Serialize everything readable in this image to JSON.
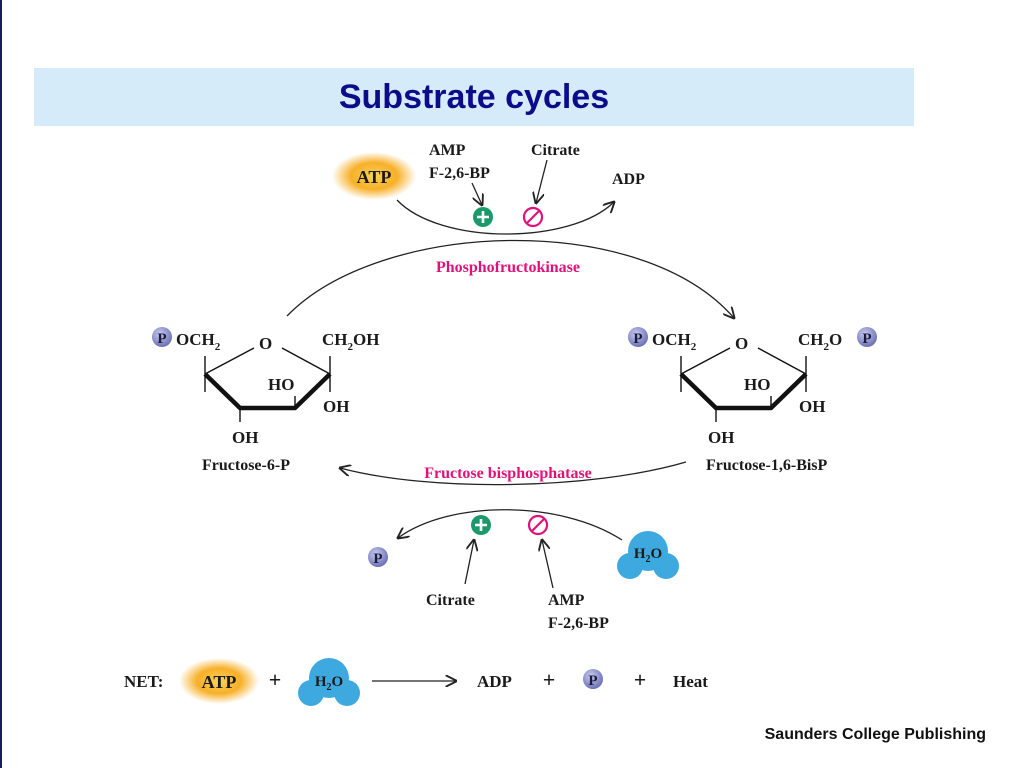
{
  "slide": {
    "title": "Substrate cycles",
    "credit": "Saunders College Publishing"
  },
  "upper_reaction": {
    "enzyme": "Phosphofructokinase",
    "input": "ATP",
    "output": "ADP",
    "activators": [
      "AMP",
      "F-2,6-BP"
    ],
    "inhibitor": "Citrate",
    "activator_symbol": "+",
    "inhibitor_symbol": "⊘"
  },
  "lower_reaction": {
    "enzyme": "Fructose bisphosphatase",
    "input": "H2O",
    "output": "P",
    "activator": "Citrate",
    "inhibitors": [
      "AMP",
      "F-2,6-BP"
    ]
  },
  "left_molecule": {
    "name": "Fructose-6-P",
    "phosphate": "P",
    "group_tl": "OCH",
    "group_tl_sub": "2",
    "ring_o": "O",
    "group_tr_a": "CH",
    "group_tr_sub": "2",
    "group_tr_b": "OH",
    "ho": "HO",
    "oh_right": "OH",
    "oh_bottom": "OH"
  },
  "right_molecule": {
    "name": "Fructose-1,6-BisP",
    "phosphate": "P",
    "group_tl": "OCH",
    "group_tl_sub": "2",
    "ring_o": "O",
    "group_tr_a": "CH",
    "group_tr_sub": "2",
    "group_tr_b": "O",
    "ho": "HO",
    "oh_right": "OH",
    "oh_bottom": "OH"
  },
  "net_equation": {
    "label": "NET:",
    "atp": "ATP",
    "plus": "+",
    "water_h": "H",
    "water_sub": "2",
    "water_o": "O",
    "adp": "ADP",
    "phosphate": "P",
    "heat": "Heat"
  },
  "colors": {
    "title_text": "#0c0c8a",
    "title_band": "#d6ebfa",
    "enzyme_text": "#e0127a",
    "activator_green": "#1a9a6a",
    "inhibitor_pink": "#e0127a",
    "atp_glow": "#f7b028",
    "water_blue": "#3ea9de",
    "phosphate_purple": "#7b7fbf"
  }
}
